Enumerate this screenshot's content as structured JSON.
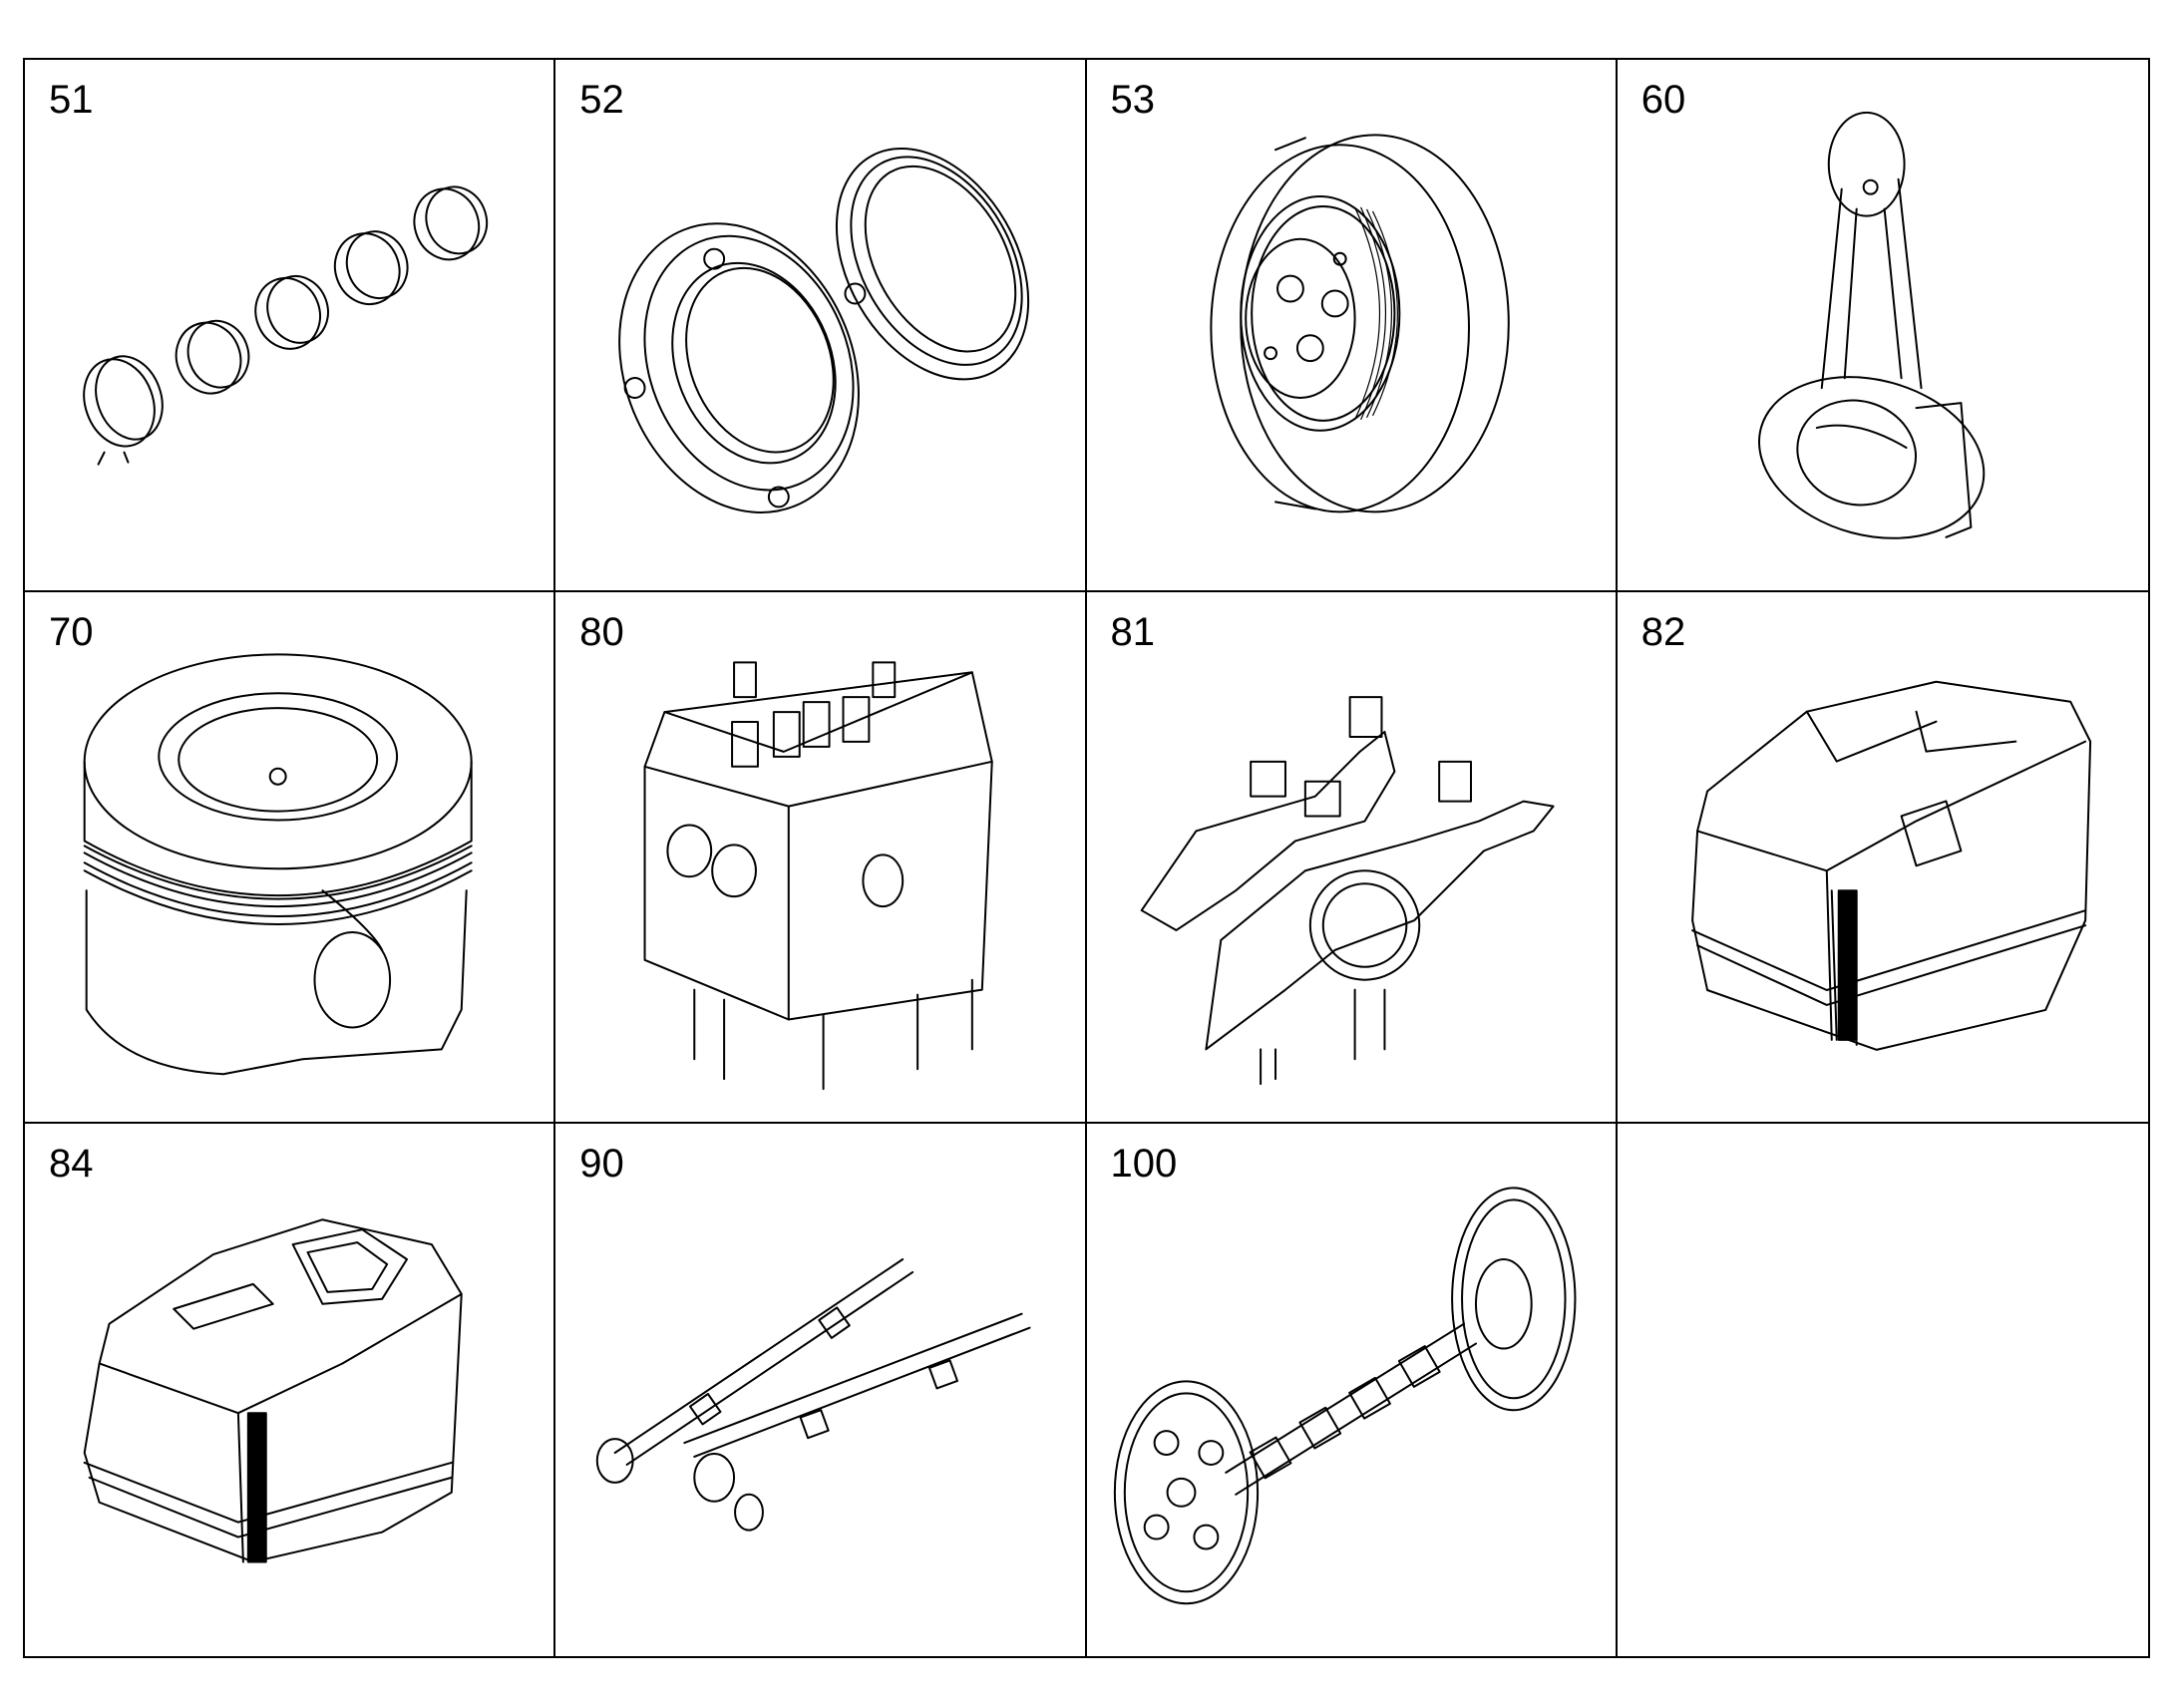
{
  "cells": [
    {
      "number": "51",
      "icon": "bearing-shells-icon"
    },
    {
      "number": "52",
      "icon": "seal-flange-icon"
    },
    {
      "number": "53",
      "icon": "vibration-damper-icon"
    },
    {
      "number": "60",
      "icon": "connecting-rod-icon"
    },
    {
      "number": "70",
      "icon": "piston-icon"
    },
    {
      "number": "80",
      "icon": "cylinder-head-icon"
    },
    {
      "number": "81",
      "icon": "rocker-arm-icon"
    },
    {
      "number": "82",
      "icon": "valve-cover-icon"
    },
    {
      "number": "84",
      "icon": "valve-cover-gasket-icon"
    },
    {
      "number": "90",
      "icon": "shafts-icon"
    },
    {
      "number": "100",
      "icon": "camshaft-icon"
    },
    {
      "number": "",
      "icon": ""
    }
  ]
}
